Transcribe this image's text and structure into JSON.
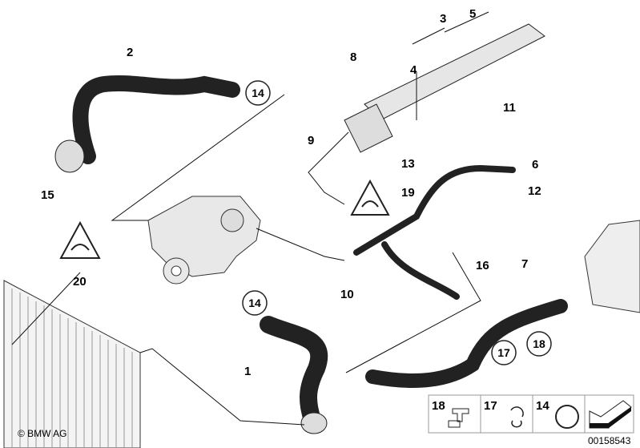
{
  "callouts": [
    {
      "id": "1",
      "text": "1"
    },
    {
      "id": "2",
      "text": "2"
    },
    {
      "id": "3",
      "text": "3"
    },
    {
      "id": "4",
      "text": "4"
    },
    {
      "id": "5",
      "text": "5"
    },
    {
      "id": "6",
      "text": "6"
    },
    {
      "id": "7",
      "text": "7"
    },
    {
      "id": "8",
      "text": "8"
    },
    {
      "id": "9",
      "text": "9"
    },
    {
      "id": "10",
      "text": "10"
    },
    {
      "id": "11",
      "text": "11"
    },
    {
      "id": "12",
      "text": "12"
    },
    {
      "id": "13",
      "text": "13"
    },
    {
      "id": "15",
      "text": "15"
    },
    {
      "id": "16",
      "text": "16"
    },
    {
      "id": "19",
      "text": "19"
    },
    {
      "id": "20",
      "text": "20"
    }
  ],
  "circled_callouts": {
    "c14a": "14",
    "c14b": "14",
    "c17": "17",
    "c18": "18"
  },
  "legend": {
    "items": [
      {
        "label": "18",
        "part": "clip"
      },
      {
        "label": "17",
        "part": "clamp"
      },
      {
        "label": "14",
        "part": "hose-clamp"
      },
      {
        "label": "",
        "part": "arrow"
      }
    ]
  },
  "copyright": "© BMW AG",
  "diagram_number": "00158543"
}
